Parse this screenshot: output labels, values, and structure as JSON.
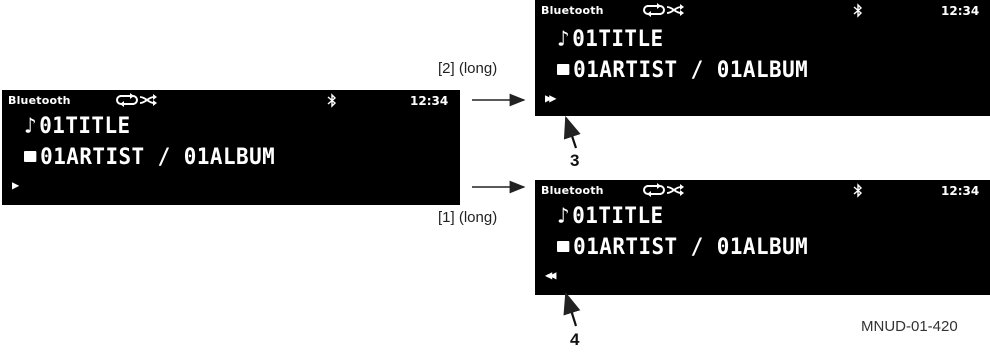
{
  "screens": {
    "main": {
      "source": "Bluetooth",
      "time": "12:34",
      "title": "01TITLE",
      "artist_album": "01ARTIST / 01ALBUM",
      "state_icon": "play-icon",
      "repeat_icon": "repeat-icon",
      "shuffle_icon": "shuffle-icon",
      "bt_icon": "bluetooth-icon"
    },
    "ff": {
      "source": "Bluetooth",
      "time": "12:34",
      "title": "01TITLE",
      "artist_album": "01ARTIST / 01ALBUM",
      "state_icon": "fast-forward-icon"
    },
    "rew": {
      "source": "Bluetooth",
      "time": "12:34",
      "title": "01TITLE",
      "artist_album": "01ARTIST / 01ALBUM",
      "state_icon": "rewind-icon"
    }
  },
  "labels": {
    "ff_action": "[2] (long)",
    "rew_action": "[1] (long)",
    "callout_ff": "3",
    "callout_rew": "4",
    "figure_code": "MNUD-01-420"
  },
  "colors": {
    "screen_bg": "#000000",
    "screen_fg": "#ffffff",
    "page_bg": "#ffffff"
  }
}
